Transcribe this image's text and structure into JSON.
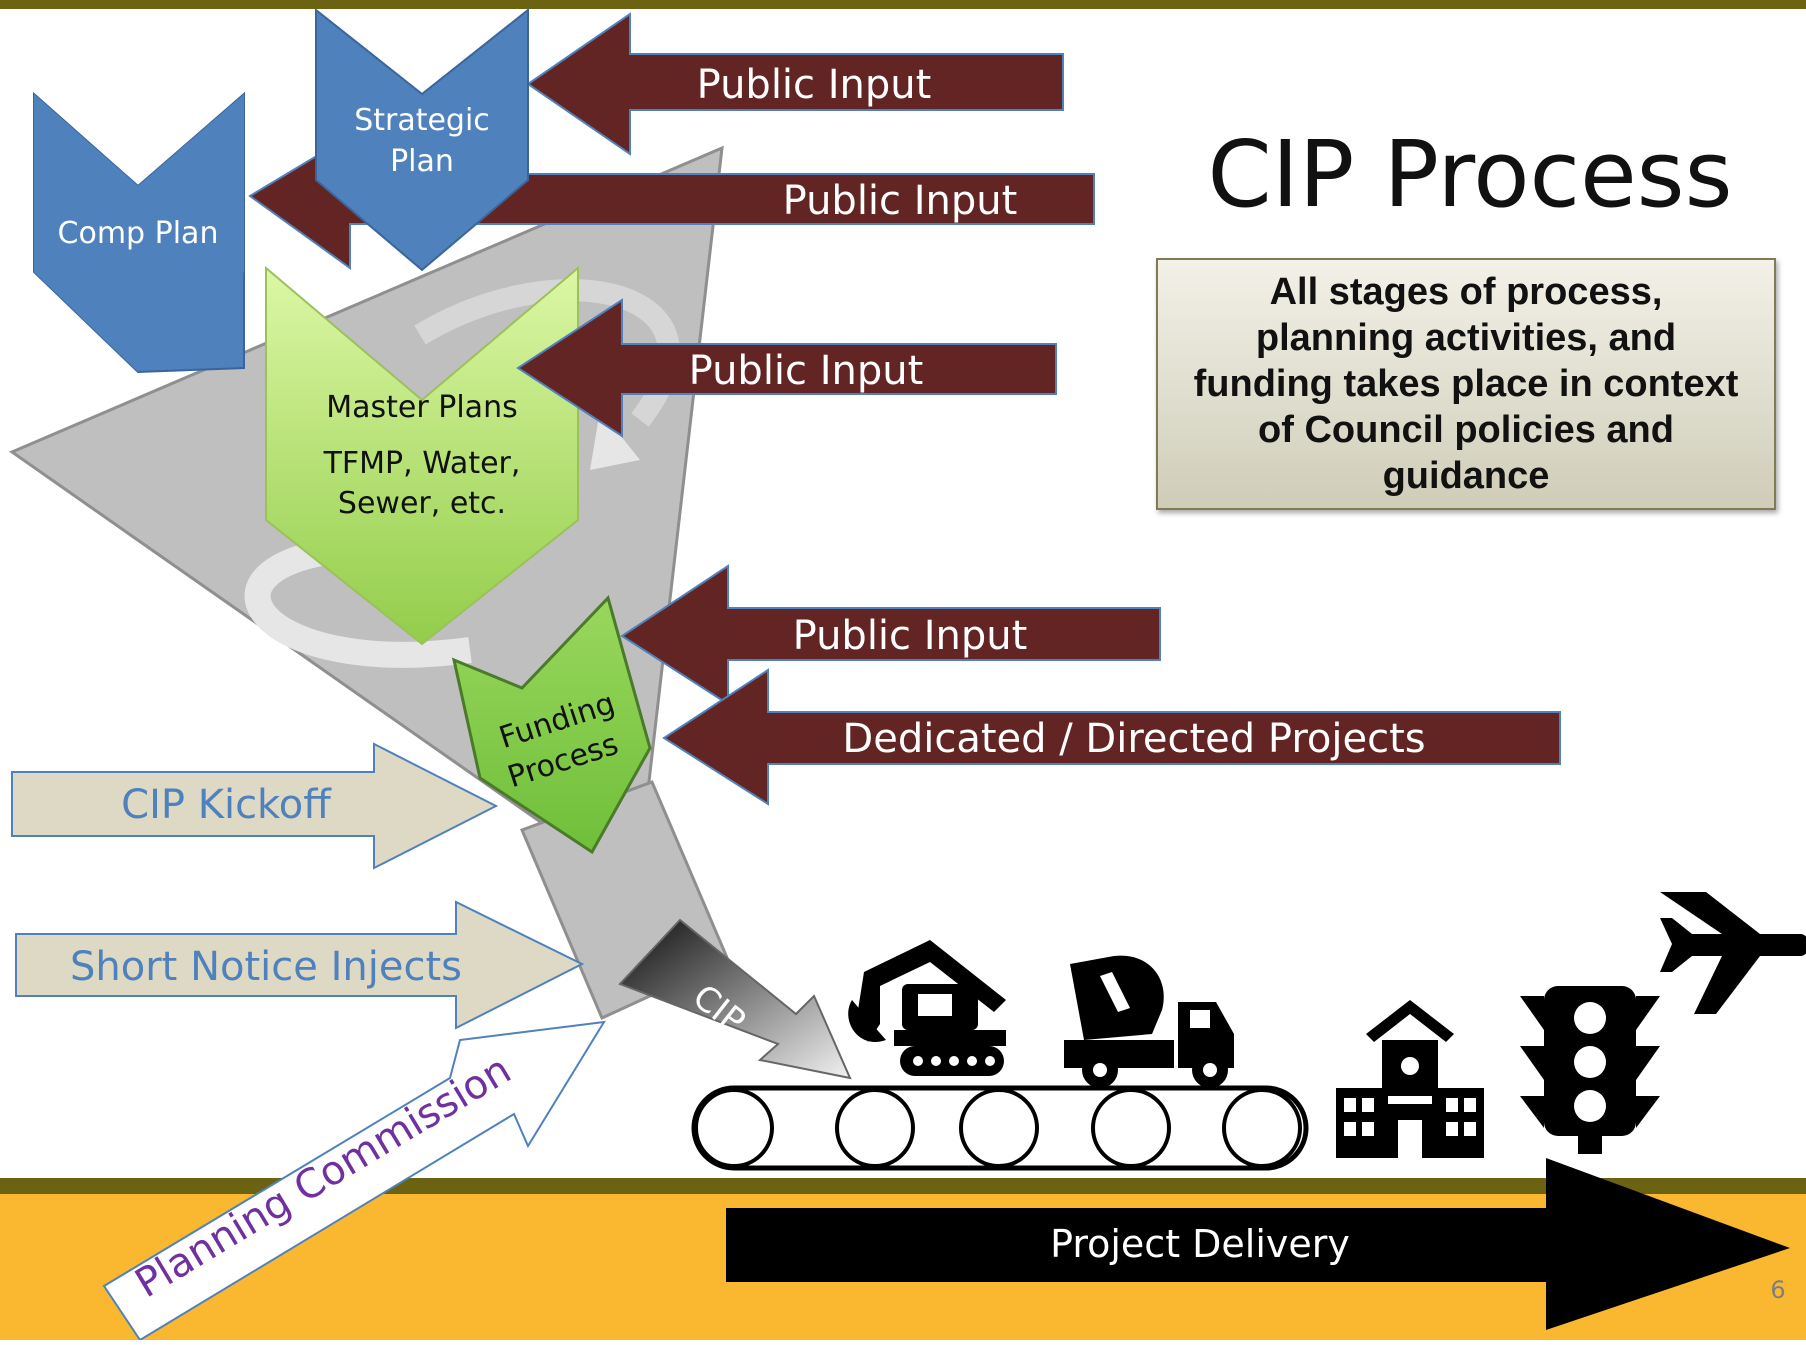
{
  "title": "CIP Process",
  "summary": "All stages of process, planning activities, and funding takes place in context of Council policies and guidance",
  "plans": {
    "comp_plan": "Comp Plan",
    "strategic_plan": [
      "Strategic",
      "Plan"
    ],
    "master_plans": [
      "Master Plans",
      "TFMP, Water,",
      "Sewer, etc."
    ],
    "funding_process": [
      "Funding",
      "Process"
    ]
  },
  "inputs": {
    "public_input_1": "Public Input",
    "public_input_2": "Public Input",
    "public_input_3": "Public Input",
    "public_input_4": "Public Input",
    "dedicated_projects": "Dedicated / Directed Projects"
  },
  "side_inputs": {
    "cip_kickoff": "CIP Kickoff",
    "short_notice": "Short Notice Injects",
    "planning_commission": "Planning Commission"
  },
  "output": {
    "cip": "CIP",
    "project_delivery": "Project Delivery"
  },
  "page_number": "6",
  "colors": {
    "maroon": "#632523",
    "blue": "#4f81bd",
    "green_light": "#d7f59a",
    "green": "#9ed153",
    "tan": "#ddd9c4",
    "gold": "#f9b82f",
    "olive": "#6b6212"
  },
  "icons": [
    "excavator-icon",
    "cement-truck-icon",
    "school-icon",
    "traffic-light-icon",
    "airplane-icon",
    "conveyor-belt-icon"
  ]
}
